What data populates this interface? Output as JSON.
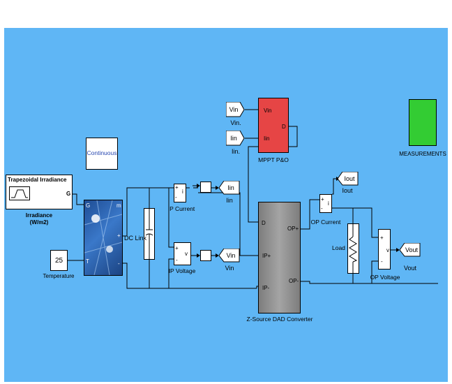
{
  "solver": {
    "label": "Continuous"
  },
  "irradiance": {
    "title": "Trapezoidal Irradiance",
    "port": "G",
    "caption_line1": "Irradiance",
    "caption_line2": "(W/m2)"
  },
  "temperature": {
    "value": "25",
    "caption": "Temperature"
  },
  "pv_array": {
    "port_g": "G",
    "port_t": "T",
    "port_m": "m",
    "port_plus": "+",
    "port_minus": "-"
  },
  "dc_link": {
    "label": "DC Link"
  },
  "ip_current": {
    "label": "IP Current",
    "port_plus": "+",
    "port_minus": "-",
    "port_i": "i"
  },
  "ip_voltage": {
    "label": "IP Voltage",
    "port_plus": "+",
    "port_minus": "-",
    "port_v": "v"
  },
  "goto_iin": {
    "text": "Iin",
    "caption": "Iin"
  },
  "goto_vin": {
    "text": "Vin",
    "caption": "Vin"
  },
  "from_vin": {
    "text": "Vin",
    "caption": "Vin."
  },
  "from_iin": {
    "text": "Iin",
    "caption": "Iin."
  },
  "mppt": {
    "label": "MPPT P&O",
    "port_vin": "Vin",
    "port_iin": "Iin",
    "port_d": "D"
  },
  "converter": {
    "label": "Z-Source DAD Converter",
    "port_d": "D",
    "port_ipp": "IP+",
    "port_ipm": "IP-",
    "port_opp": "OP+",
    "port_opm": "OP-"
  },
  "op_current": {
    "label": "OP Current",
    "port_plus": "+",
    "port_minus": "-",
    "port_i": "i"
  },
  "goto_iout": {
    "text": "Iout",
    "caption": "Iout"
  },
  "load": {
    "label": "Load"
  },
  "op_voltage": {
    "label": "OP Voltage",
    "port_plus": "+",
    "port_minus": "-",
    "port_v": "v"
  },
  "goto_vout": {
    "text": "Vout",
    "caption": "Vout"
  },
  "measurements": {
    "label": "MEASUREMENTS"
  },
  "colors": {
    "canvas": "#5fb6f5",
    "mppt": "#e64545",
    "measurements": "#33cc33",
    "converter": "#8e8e8e",
    "pv_panel": "#2b5ea8"
  }
}
